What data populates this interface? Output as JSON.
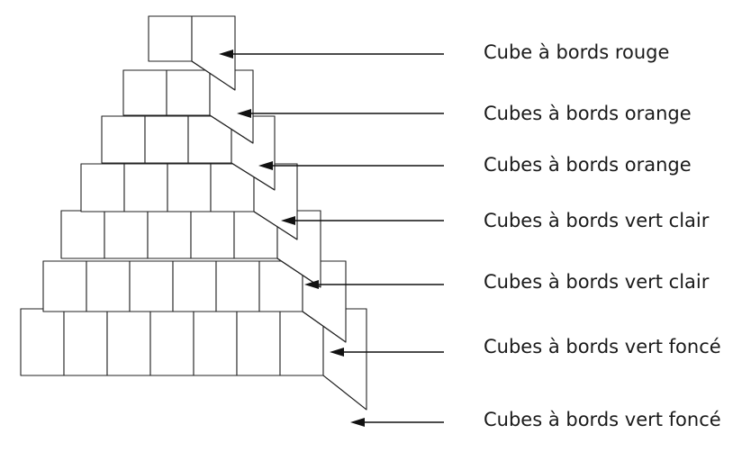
{
  "labels": [
    "Cube à bords rouge",
    "Cubes à bords orange",
    "Cubes à bords orange",
    "Cubes à bords vert clair",
    "Cubes à bords vert clair",
    "Cubes à bords vert foncé",
    "Cubes à bords vert foncé"
  ],
  "layer_cube_counts": [
    1,
    2,
    3,
    4,
    5,
    6,
    7
  ]
}
